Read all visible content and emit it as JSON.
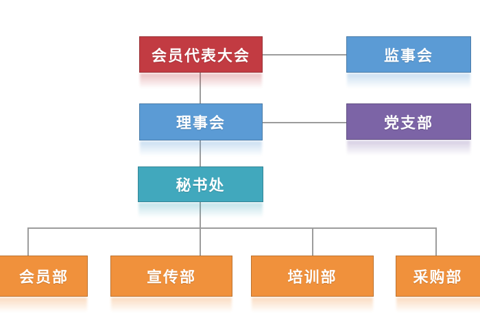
{
  "meta": {
    "background_color": "#ffffff",
    "connector_color": "#9b9b9b",
    "text_color": "#ffffff"
  },
  "org_chart": {
    "type": "organizational-chart",
    "nodes": {
      "assembly": {
        "label": "会员代表大会",
        "color": "#c23b42",
        "level": 1
      },
      "supervisory_board": {
        "label": "监事会",
        "color": "#5b9bd5",
        "level": 1
      },
      "council": {
        "label": "理事会",
        "color": "#5b9bd5",
        "level": 2
      },
      "party_branch": {
        "label": "党支部",
        "color": "#7c64a6",
        "level": 2
      },
      "secretariat": {
        "label": "秘书处",
        "color": "#41a8bd",
        "level": 3
      },
      "membership_dept": {
        "label": "会员部",
        "color": "#f0913c",
        "level": 4
      },
      "publicity_dept": {
        "label": "宣传部",
        "color": "#f0913c",
        "level": 4
      },
      "training_dept": {
        "label": "培训部",
        "color": "#f0913c",
        "level": 4
      },
      "procurement_dept": {
        "label": "采购部",
        "color": "#f0913c",
        "level": 4
      }
    },
    "edges": [
      {
        "from": "assembly",
        "to": "supervisory_board"
      },
      {
        "from": "assembly",
        "to": "council"
      },
      {
        "from": "council",
        "to": "party_branch"
      },
      {
        "from": "council",
        "to": "secretariat"
      },
      {
        "from": "secretariat",
        "to": "membership_dept"
      },
      {
        "from": "secretariat",
        "to": "publicity_dept"
      },
      {
        "from": "secretariat",
        "to": "training_dept"
      },
      {
        "from": "secretariat",
        "to": "procurement_dept"
      }
    ]
  }
}
